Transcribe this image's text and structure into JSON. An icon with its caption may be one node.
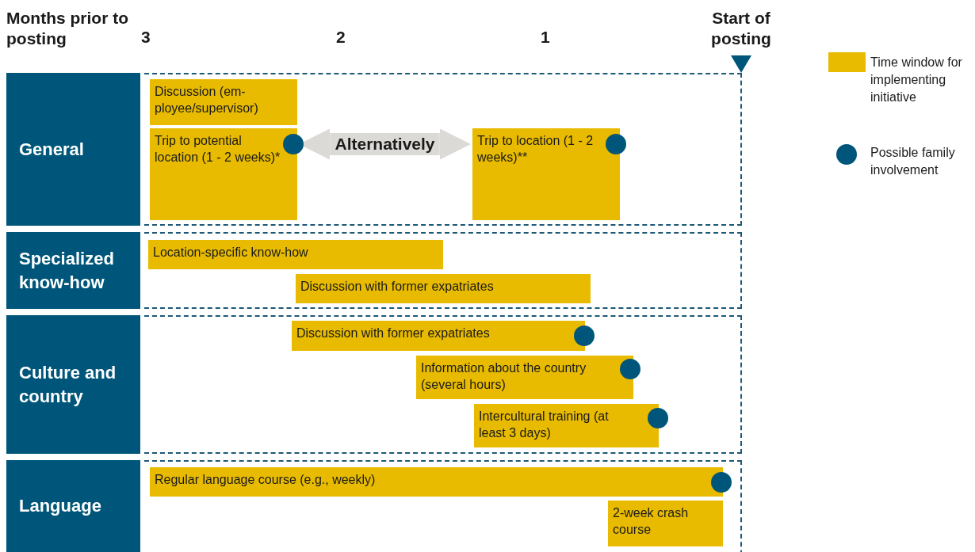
{
  "diagram": {
    "nodes": [
      {
        "text": [
          "General"
        ]
      },
      {
        "text": [
          "Discussion (em- ployee/supervisor)"
        ]
      },
      {
        "text": [
          "Trip to potential location (1 - 2 weeks)*"
        ]
      },
      {
        "text": [],
        "shape": "circle"
      },
      {
        "text": [
          "Trip to location (1 - 2 weeks)**"
        ]
      },
      {
        "text": [],
        "shape": "circle"
      },
      {
        "text": [
          "Specialized know-how"
        ]
      },
      {
        "text": [
          "Location-specific know-how"
        ]
      },
      {
        "text": [
          "Discussion with former expatriates"
        ]
      },
      {
        "text": [
          "Culture and country"
        ]
      },
      {
        "text": [
          "Discussion with former expatriates"
        ]
      },
      {
        "text": [],
        "shape": "circle"
      },
      {
        "text": [
          "Information about the country (several hours)"
        ]
      },
      {
        "text": [],
        "shape": "circle"
      },
      {
        "text": [
          "Intercultural training (at least 3 days)"
        ]
      },
      {
        "text": [],
        "shape": "circle"
      },
      {
        "text": [
          "Language"
        ]
      },
      {
        "text": [
          "Regular language course (e.g., weekly)"
        ]
      },
      {
        "text": [],
        "shape": "circle"
      },
      {
        "text": [
          "2-week crash course"
        ]
      }
    ],
    "edges": [
      {
        "from": 2,
        "to": 4,
        "arrow": "both",
        "label": "Alternatively"
      }
    ],
    "labels": [
      "Months prior to posting",
      "3",
      "2",
      "1",
      "Start of posting"
    ],
    "legend": [
      {
        "text": "Time window for implementing initiative",
        "color": "#e8bb00"
      },
      {
        "text": "Possible family involvement"
      }
    ]
  }
}
